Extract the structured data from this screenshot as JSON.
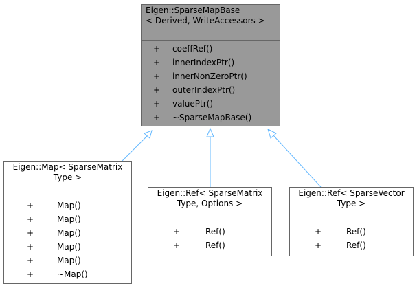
{
  "colors": {
    "edge": "#63b8ff",
    "border": "#666666",
    "base_fill": "#999999",
    "fill": "#ffffff"
  },
  "base": {
    "title_line1": "Eigen::SparseMapBase",
    "title_line2": "< Derived, WriteAccessors >",
    "methods": [
      {
        "vis": "+",
        "name": "coeffRef()"
      },
      {
        "vis": "+",
        "name": "innerIndexPtr()"
      },
      {
        "vis": "+",
        "name": "innerNonZeroPtr()"
      },
      {
        "vis": "+",
        "name": "outerIndexPtr()"
      },
      {
        "vis": "+",
        "name": "valuePtr()"
      },
      {
        "vis": "+",
        "name": "~SparseMapBase()"
      }
    ]
  },
  "map": {
    "title_line1": "Eigen::Map< SparseMatrix",
    "title_line2": "Type >",
    "methods": [
      {
        "vis": "+",
        "name": "Map()"
      },
      {
        "vis": "+",
        "name": "Map()"
      },
      {
        "vis": "+",
        "name": "Map()"
      },
      {
        "vis": "+",
        "name": "Map()"
      },
      {
        "vis": "+",
        "name": "Map()"
      },
      {
        "vis": "+",
        "name": "~Map()"
      }
    ]
  },
  "ref_matrix": {
    "title_line1": "Eigen::Ref< SparseMatrix",
    "title_line2": "Type, Options >",
    "methods": [
      {
        "vis": "+",
        "name": "Ref()"
      },
      {
        "vis": "+",
        "name": "Ref()"
      }
    ]
  },
  "ref_vector": {
    "title_line1": "Eigen::Ref< SparseVector",
    "title_line2": "Type >",
    "methods": [
      {
        "vis": "+",
        "name": "Ref()"
      },
      {
        "vis": "+",
        "name": "Ref()"
      }
    ]
  }
}
